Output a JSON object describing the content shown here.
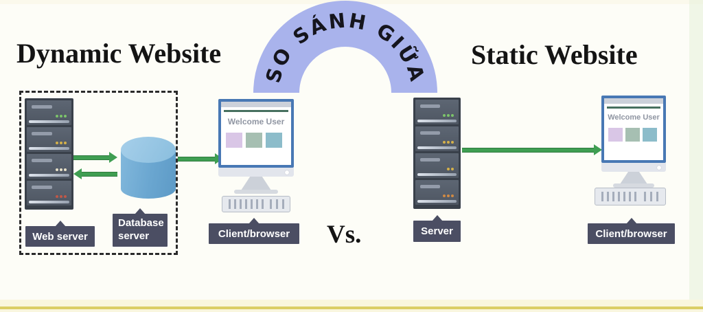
{
  "banner": {
    "text": "SO SÁNH GIỮA"
  },
  "headings": {
    "dynamic": "Dynamic Website",
    "static": "Static Website",
    "versus": "Vs."
  },
  "labels": {
    "web_server": "Web server",
    "database_server": "Database server",
    "client_browser_left": "Client/browser",
    "server": "Server",
    "client_browser_right": "Client/browser"
  },
  "screens": {
    "left": "Welcome User",
    "right": "Welcome User"
  },
  "colors": {
    "arch_fill": "#a9b3ec",
    "arrow_green": "#3f9e52",
    "plate_background": "#4b4e63",
    "server_body": "#57606c",
    "monitor_frame": "#4878b4",
    "database_cylinder": "#6fa8d2",
    "bottom_accent": "#dbce66",
    "background": "#fdfdf7"
  }
}
